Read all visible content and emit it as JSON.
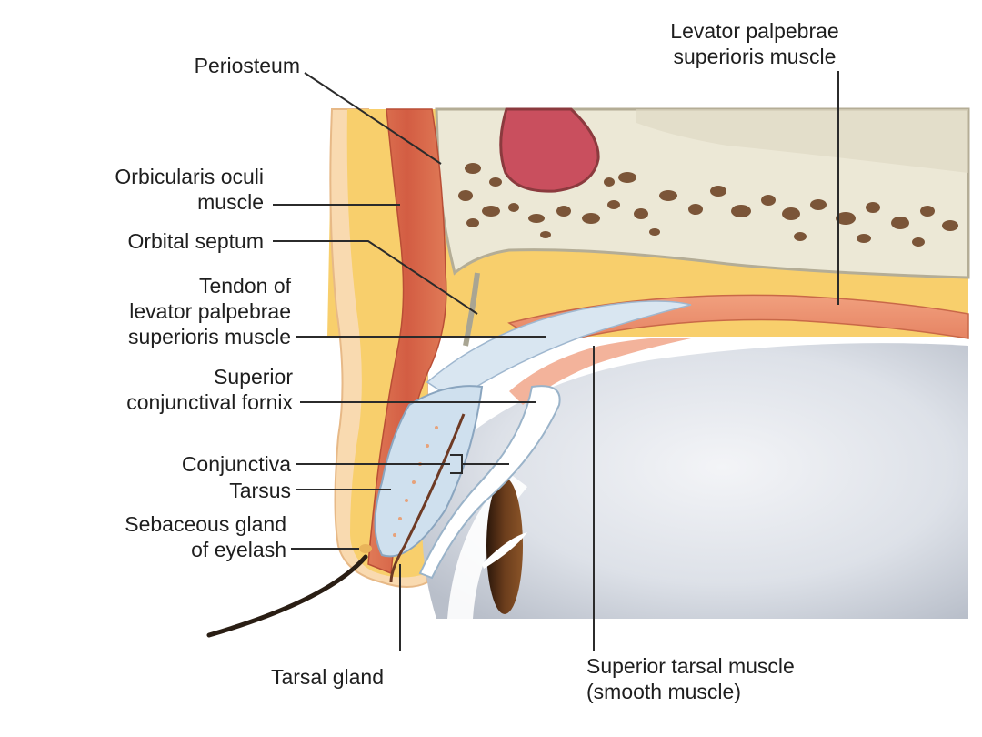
{
  "labels": {
    "periosteum": "Periosteum",
    "orbicularis": [
      "Orbicularis oculi",
      "muscle"
    ],
    "orbital_septum": "Orbital septum",
    "tendon": [
      "Tendon of",
      "levator palpebrae",
      "superioris muscle"
    ],
    "superior_fornix": [
      "Superior",
      "conjunctival fornix"
    ],
    "conjunctiva": "Conjunctiva",
    "tarsus": "Tarsus",
    "sebaceous": [
      "Sebaceous gland",
      "of eyelash"
    ],
    "tarsal_gland": "Tarsal gland",
    "levator": [
      "Levator palpebrae",
      "superioris muscle"
    ],
    "superior_tarsal": [
      "Superior tarsal muscle",
      "(smooth muscle)"
    ]
  },
  "colors": {
    "fat": "#f8cf6c",
    "skin": "#f9dab0",
    "muscle": "#d9664a",
    "bone": "#ece8d6",
    "bone_pores": "#7b5538",
    "sinus": "#c94f5e",
    "tarsus": "#cfe0ee",
    "eyeball": "#d8dde6",
    "iris": "#5a3218",
    "leader_line": "#2b2b2b"
  }
}
